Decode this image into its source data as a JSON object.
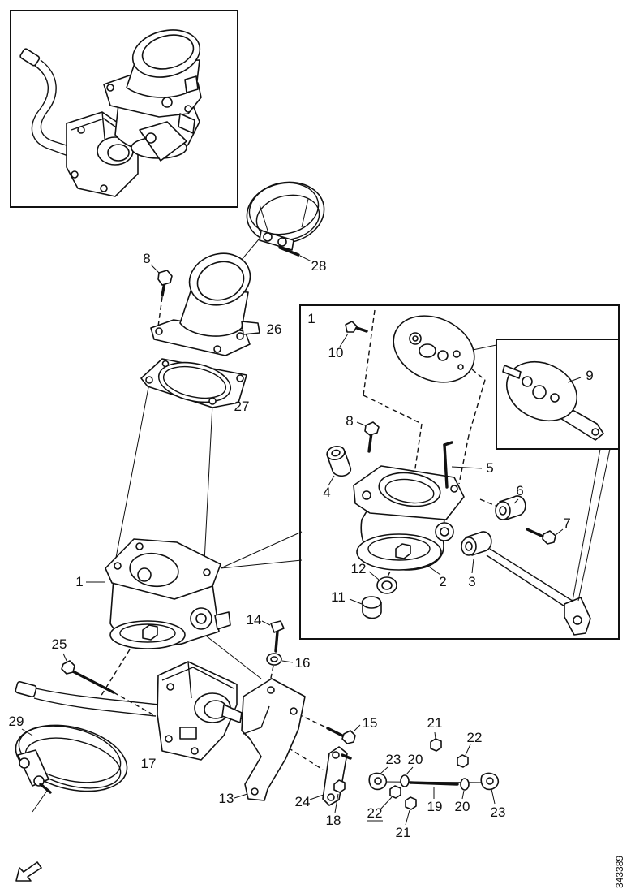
{
  "figure_number": "343389",
  "icons": {
    "orientation_arrow": "arrow-down-left-icon"
  },
  "callouts": [
    "8",
    "28",
    "26",
    "27",
    "1",
    "14",
    "16",
    "25",
    "15",
    "21",
    "22",
    "23",
    "20",
    "29",
    "17",
    "13",
    "24",
    "18",
    "22",
    "19",
    "20",
    "23",
    "21"
  ],
  "detail_callouts": [
    "1",
    "10",
    "9",
    "8",
    "5",
    "4",
    "6",
    "7",
    "12",
    "2",
    "3",
    "11"
  ]
}
